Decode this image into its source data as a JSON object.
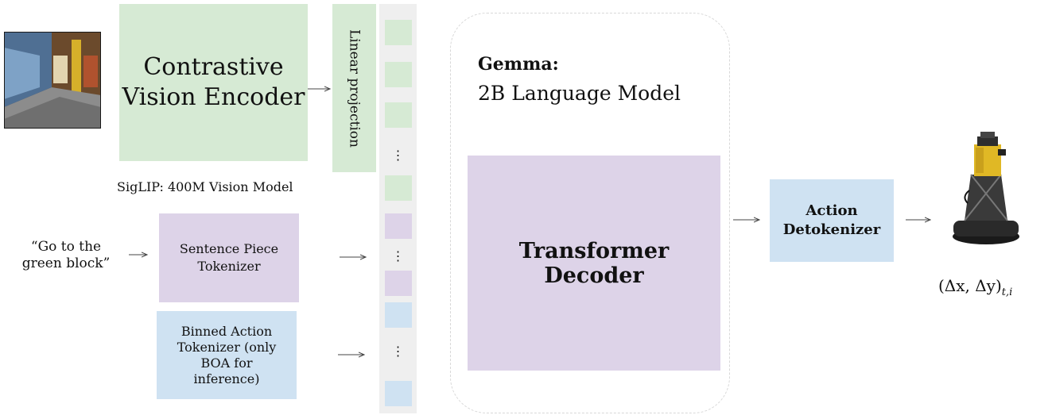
{
  "vision_encoder": {
    "line1": "Contrastive",
    "line2": "Vision Encoder",
    "caption": "SigLIP: 400M Vision Model"
  },
  "linear_projection": {
    "label": "Linear projection"
  },
  "prompt": {
    "line1": "“Go to the",
    "line2": "green block”"
  },
  "sentence_tokenizer": {
    "line1": "Sentence Piece",
    "line2": "Tokenizer"
  },
  "action_tokenizer": {
    "line1": "Binned Action",
    "line2": "Tokenizer (only",
    "line3": "BOA for",
    "line4": "inference)"
  },
  "gemma": {
    "title": "Gemma:",
    "subtitle": "2B Language Model",
    "decoder": "Transformer Decoder"
  },
  "action_detokenizer": {
    "line1": "Action",
    "line2": "Detokenizer"
  },
  "output": {
    "label": "(Δx, Δy)",
    "subscript": "t,i"
  },
  "colors": {
    "vision": "#d6ead4",
    "language": "#ddd3e8",
    "action": "#cfe2f2",
    "token_column": "#efefef"
  }
}
